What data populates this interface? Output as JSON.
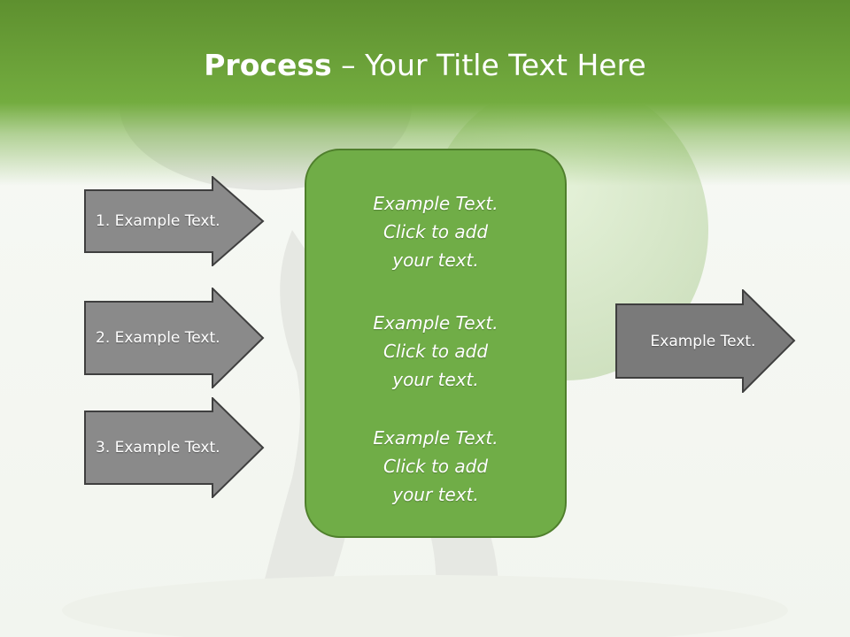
{
  "title": {
    "bold": "Process",
    "rest": " – Your Title Text Here"
  },
  "inputs": [
    {
      "label": "1. Example Text."
    },
    {
      "label": "2. Example Text."
    },
    {
      "label": "3. Example Text."
    }
  ],
  "center_box": {
    "blocks": [
      {
        "line1": "Example Text.",
        "line2": "Click  to add",
        "line3": "your text."
      },
      {
        "line1": "Example Text.",
        "line2": "Click  to add",
        "line3": "your text."
      },
      {
        "line1": "Example Text.",
        "line2": "Click  to add",
        "line3": "your text."
      }
    ]
  },
  "output": {
    "label": "Example Text."
  },
  "colors": {
    "header": "#6ea63a",
    "box_fill": "#70ad47",
    "box_border": "#4f7f2c",
    "arrow_fill": "#8a8a8a",
    "arrow_border": "#3f3f3f"
  }
}
